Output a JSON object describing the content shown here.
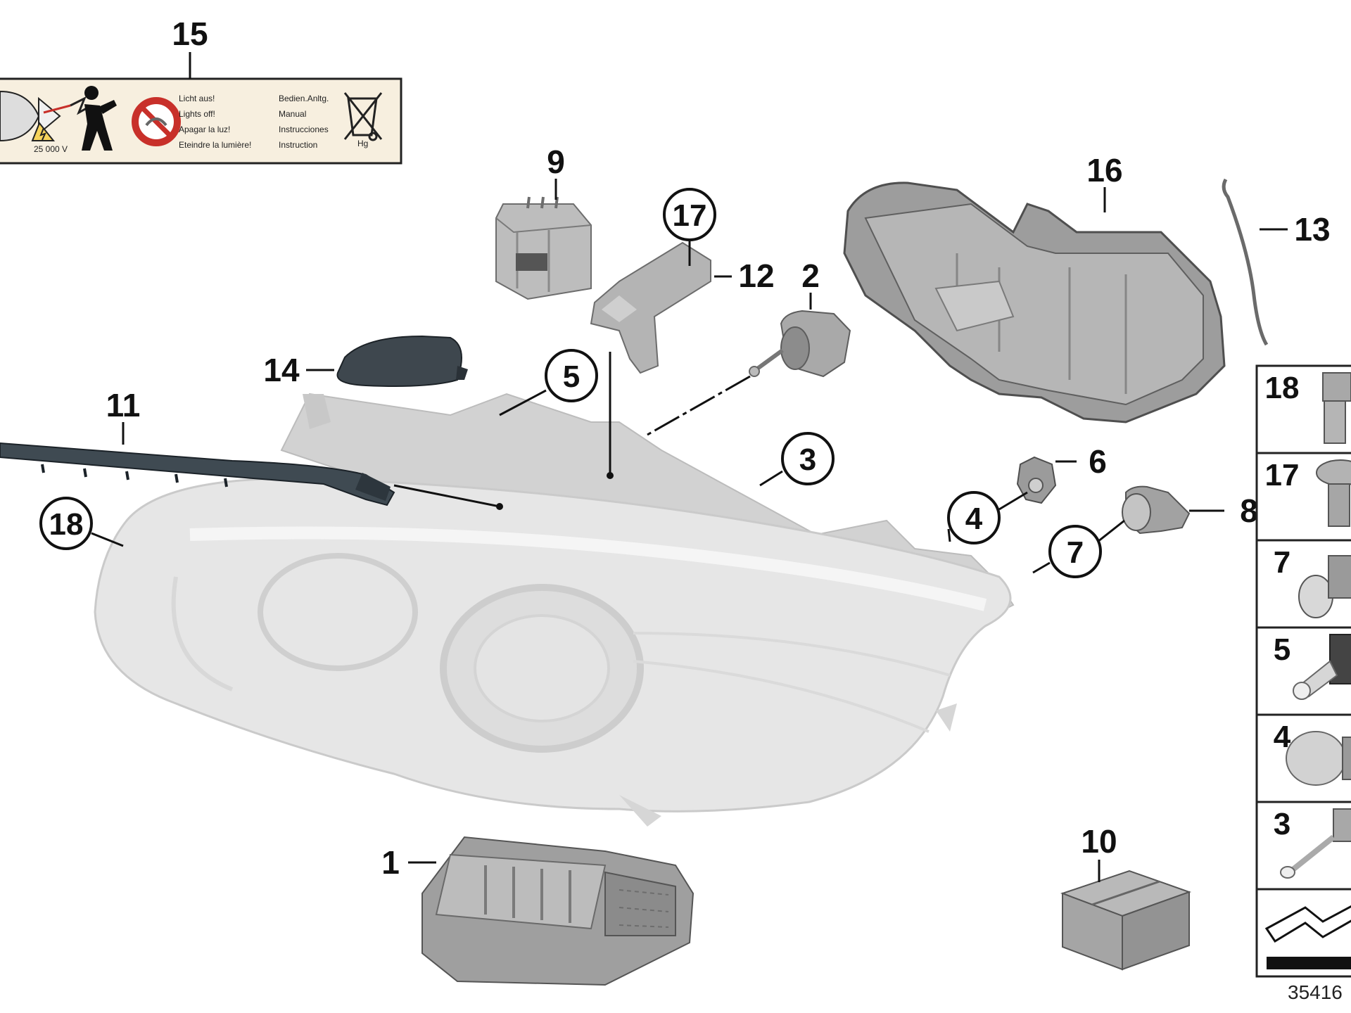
{
  "callouts": {
    "c1": "1",
    "c2": "2",
    "c3": "3",
    "c4": "4",
    "c5": "5",
    "c6": "6",
    "c7": "7",
    "c8": "8",
    "c9": "9",
    "c10": "10",
    "c11": "11",
    "c12": "12",
    "c13": "13",
    "c14": "14",
    "c15": "15",
    "c16": "16",
    "c17": "17",
    "c18": "18"
  },
  "warning_label": {
    "voltage": "25 000 V",
    "lines_left": [
      "Licht aus!",
      "Lights off!",
      "Apagar la luz!",
      "Eteindre la lumière!"
    ],
    "lines_right": [
      "Bedien.Anltg.",
      "Manual",
      "Instrucciones",
      "Instruction"
    ],
    "hg": "Hg"
  },
  "sidebar": {
    "items": [
      {
        "num": "18"
      },
      {
        "num": "17"
      },
      {
        "num": "7"
      },
      {
        "num": "5"
      },
      {
        "num": "4"
      },
      {
        "num": "3"
      },
      {
        "num": ""
      }
    ]
  },
  "reference": "35416"
}
